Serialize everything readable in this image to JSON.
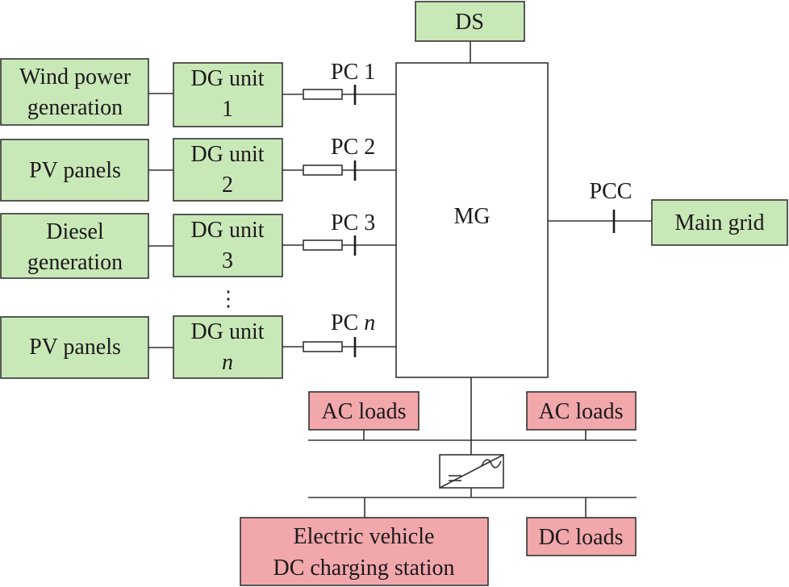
{
  "colors": {
    "source_fill": "#c9e8b8",
    "load_fill": "#f2a7ab",
    "mg_fill": "#ffffff",
    "stroke": "#333333"
  },
  "ds": "DS",
  "mg": "MG",
  "main_grid": "Main grid",
  "pcc": "PCC",
  "sources": [
    {
      "line1": "Wind power",
      "line2": "generation"
    },
    {
      "line1": "PV panels",
      "line2": ""
    },
    {
      "line1": "Diesel",
      "line2": "generation"
    },
    {
      "line1": "PV panels",
      "line2": ""
    }
  ],
  "dg_units": [
    {
      "line1": "DG unit",
      "line2": "1"
    },
    {
      "line1": "DG unit",
      "line2": "2"
    },
    {
      "line1": "DG unit",
      "line2": "3"
    },
    {
      "line1": "DG unit",
      "line2": "n"
    }
  ],
  "pc_labels": [
    {
      "prefix": "PC ",
      "index": "1"
    },
    {
      "prefix": "PC ",
      "index": "2"
    },
    {
      "prefix": "PC ",
      "index": "3"
    },
    {
      "prefix": "PC ",
      "index": "n"
    }
  ],
  "ellipsis": "⋮",
  "ac_loads_left": "AC loads",
  "ac_loads_right": "AC loads",
  "converter_icon": "ac-dc-converter-icon",
  "ev_station": {
    "line1": "Electric vehicle",
    "line2": "DC charging station"
  },
  "dc_loads": "DC loads"
}
